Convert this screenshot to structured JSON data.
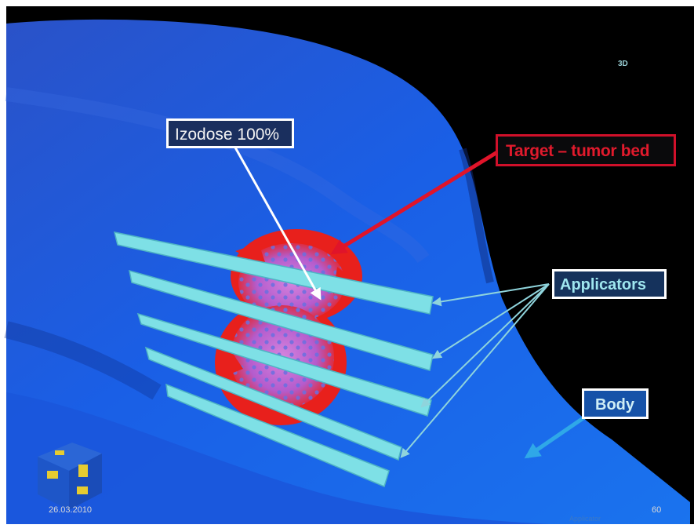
{
  "labels": {
    "izodose": "Izodose 100%",
    "target": "Target – tumor bed",
    "applicators": "Applicators",
    "body": "Body"
  },
  "overlay_text": {
    "view_mode": "3D",
    "date": "26.03.2010",
    "frame_number": "60",
    "app_name": "Applicator"
  },
  "colors": {
    "background": "#000000",
    "body": "#1a5fe0",
    "applicator": "#7ee0e6",
    "target": "#e8201c",
    "isodose": "#b66ee0",
    "target_label": "#d0102a",
    "izodose_arrow": "#ffffff",
    "applicator_arrow": "#8fd4dc",
    "body_arrow": "#2fa8e8"
  }
}
